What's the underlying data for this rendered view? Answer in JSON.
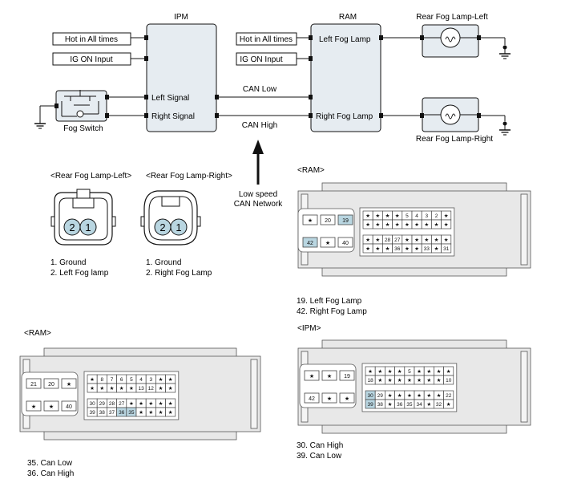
{
  "wiring": {
    "ipm_title": "IPM",
    "ram_title": "RAM",
    "hot_in_all_times": "Hot in All times",
    "ig_on_input": "IG ON Input",
    "ram_hot_in_all_times": "Hot in All times",
    "ram_ig_on_input": "IG ON Input",
    "left_signal": "Left Signal",
    "right_signal": "Right Signal",
    "can_low": "CAN Low",
    "can_high": "CAN High",
    "left_fog_lamp": "Left Fog Lamp",
    "right_fog_lamp": "Right Fog Lamp",
    "rear_fog_left": "Rear Fog Lamp-Left",
    "rear_fog_right": "Rear Fog Lamp-Right",
    "fog_switch": "Fog Switch",
    "network_line1": "Low speed",
    "network_line2": "CAN Network"
  },
  "lamp_connectors": {
    "left_title": "<Rear Fog Lamp-Left>",
    "right_title": "<Rear Fog Lamp-Right>",
    "pin_2": "2",
    "pin_1": "1",
    "left_notes": [
      "1. Ground",
      "2. Left Fog lamp"
    ],
    "right_notes": [
      "1. Ground",
      "2. Right Fog Lamp"
    ]
  },
  "ram_connector_top": {
    "title": "<RAM>",
    "small_pins": [
      "★",
      "20",
      "19",
      "42",
      "★",
      "40"
    ],
    "highlight": [
      "19",
      "42"
    ],
    "rows": [
      [
        "★",
        "★",
        "★",
        "★",
        "5",
        "4",
        "3",
        "2",
        "★"
      ],
      [
        "★",
        "★",
        "★",
        "★",
        "★",
        "★",
        "★",
        "★",
        "★"
      ],
      [
        "★",
        "★",
        "28",
        "27",
        "★",
        "★",
        "★",
        "★",
        "★"
      ],
      [
        "★",
        "★",
        "★",
        "36",
        "★",
        "★",
        "33",
        "★",
        "31"
      ]
    ],
    "notes": [
      "19. Left Fog Lamp",
      "42. Right Fog Lamp"
    ]
  },
  "ram_connector_bottom": {
    "title": "<RAM>",
    "small_pins": [
      "21",
      "20",
      "★",
      "★",
      "★",
      "40"
    ],
    "highlight": [
      "36",
      "35"
    ],
    "rows": [
      [
        "★",
        "8",
        "7",
        "6",
        "5",
        "4",
        "3",
        "★",
        "★"
      ],
      [
        "★",
        "★",
        "★",
        "★",
        "★",
        "13",
        "12",
        "★",
        "★"
      ],
      [
        "30",
        "29",
        "28",
        "27",
        "★",
        "★",
        "★",
        "★",
        "★"
      ],
      [
        "39",
        "38",
        "37",
        "36",
        "35",
        "★",
        "★",
        "★",
        "★"
      ]
    ],
    "notes": [
      "35. Can Low",
      "36. Can High"
    ]
  },
  "ipm_connector": {
    "title": "<IPM>",
    "small_pins": [
      "★",
      "★",
      "19",
      "42",
      "★",
      "★"
    ],
    "highlight": [
      "30",
      "39"
    ],
    "rows": [
      [
        "★",
        "★",
        "★",
        "★",
        "5",
        "★",
        "★",
        "★",
        "★"
      ],
      [
        "18",
        "★",
        "★",
        "★",
        "★",
        "★",
        "★",
        "★",
        "10"
      ],
      [
        "30",
        "29",
        "★",
        "★",
        "★",
        "★",
        "★",
        "★",
        "22"
      ],
      [
        "39",
        "38",
        "★",
        "36",
        "35",
        "34",
        "★",
        "32",
        "★"
      ]
    ],
    "notes": [
      "30. Can High",
      "39. Can Low"
    ]
  }
}
